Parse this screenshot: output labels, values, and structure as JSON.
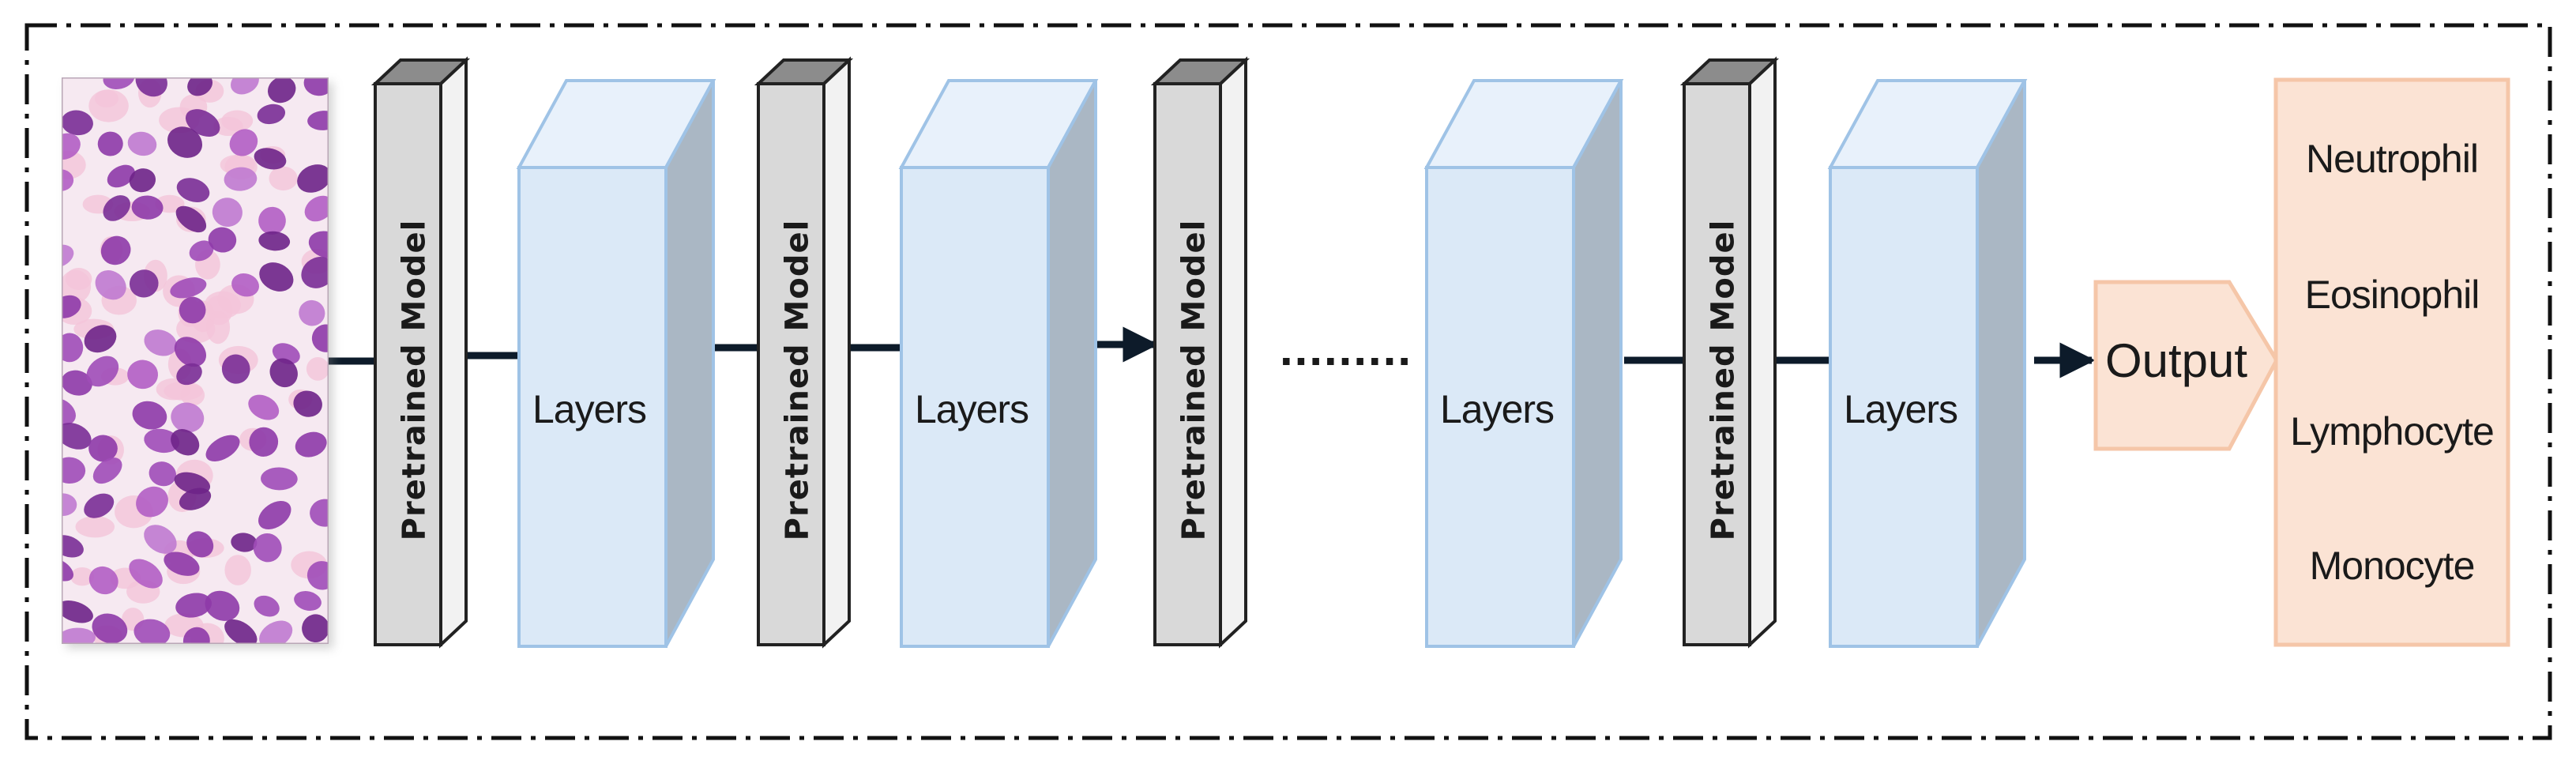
{
  "input_image": {
    "description_icon": "blood-smear-image"
  },
  "blocks": {
    "pretrained_label": "Pretrained Model",
    "layers_label": "Layers",
    "ellipsis": "........."
  },
  "output": {
    "label": "Output"
  },
  "classes": [
    "Neutrophil",
    "Eosinophil",
    "Lymphocyte",
    "Monocyte"
  ],
  "colors": {
    "layer_front": "#dbe9f7",
    "layer_top": "#e8f1fb",
    "layer_side": "#aab7c4",
    "layer_edge": "#9fc3e6",
    "pm_front": "#d9d9d9",
    "pm_top": "#8c8c8c",
    "pm_side": "#f2f2f2",
    "output_fill": "#fbe3d4",
    "output_edge": "#f5c6a8",
    "arrow": "#0d1b2a",
    "cell_purple": "#8e3aa8",
    "cell_pink": "#f4c4d9"
  }
}
